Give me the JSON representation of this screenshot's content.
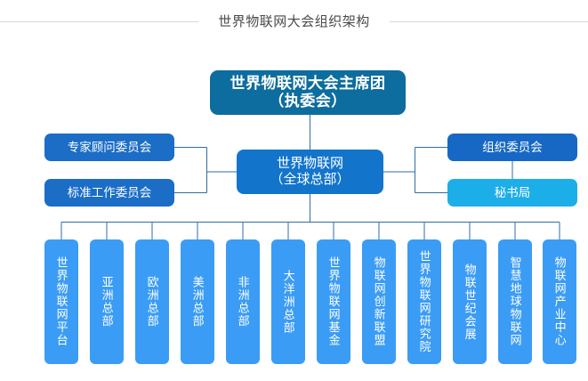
{
  "page": {
    "title": "世界物联网大会组织架构",
    "rule_color": "#d8d8d8",
    "background": "#ffffff"
  },
  "colors": {
    "presidium": "#0d6d9e",
    "headquarters": "#1275cb",
    "committee": "#1b6dc6",
    "secretariat": "#1caee8",
    "branch": "#3b9cf5",
    "connector": "#2f6ea5"
  },
  "chart_data": {
    "type": "diagram",
    "title": "世界物联网大会组织架构",
    "levels": [
      {
        "level": 1,
        "nodes": [
          {
            "id": "presidium",
            "label": "世界物联网大会主席团\n（执委会）",
            "color": "#0d6d9e"
          }
        ]
      },
      {
        "level": 2,
        "nodes": [
          {
            "id": "expert",
            "label": "专家顾问委员会",
            "color": "#1b6dc6",
            "side": "left"
          },
          {
            "id": "standard",
            "label": "标准工作委员会",
            "color": "#1b6dc6",
            "side": "left"
          },
          {
            "id": "headquarters",
            "label": "世界物联网\n（全球总部）",
            "color": "#1275cb",
            "side": "center"
          },
          {
            "id": "organize",
            "label": "组织委员会",
            "color": "#1768c4",
            "side": "right"
          },
          {
            "id": "secretariat",
            "label": "秘书局",
            "color": "#1caee8",
            "side": "right"
          }
        ]
      },
      {
        "level": 3,
        "nodes": [
          {
            "id": "branch-1",
            "label": "世界物联网平台",
            "color": "#3b9cf5"
          },
          {
            "id": "branch-2",
            "label": "亚洲总部",
            "color": "#3b9cf5"
          },
          {
            "id": "branch-3",
            "label": "欧洲总部",
            "color": "#3b9cf5"
          },
          {
            "id": "branch-4",
            "label": "美洲总部",
            "color": "#3b9cf5"
          },
          {
            "id": "branch-5",
            "label": "非洲总部",
            "color": "#3b9cf5"
          },
          {
            "id": "branch-6",
            "label": "大洋洲总部",
            "color": "#3b9cf5"
          },
          {
            "id": "branch-7",
            "label": "世界物联网基金",
            "color": "#3b9cf5"
          },
          {
            "id": "branch-8",
            "label": "物联网创新联盟",
            "color": "#3b9cf5"
          },
          {
            "id": "branch-9",
            "label": "世界物联网研究院",
            "color": "#3b9cf5"
          },
          {
            "id": "branch-10",
            "label": "物联世纪会展",
            "color": "#3b9cf5"
          },
          {
            "id": "branch-11",
            "label": "智慧地球物联网",
            "color": "#3b9cf5"
          },
          {
            "id": "branch-12",
            "label": "物联网产业中心",
            "color": "#3b9cf5"
          }
        ]
      }
    ]
  },
  "nodes": {
    "presidium": {
      "line1": "世界物联网大会主席团",
      "line2": "（执委会）"
    },
    "headquarters": {
      "line1": "世界物联网",
      "line2": "（全球总部）"
    },
    "expert": {
      "label": "专家顾问委员会"
    },
    "standard": {
      "label": "标准工作委员会"
    },
    "organize": {
      "label": "组织委员会"
    },
    "secretariat": {
      "label": "秘书局"
    },
    "branches": [
      {
        "label": "世界物联网平台"
      },
      {
        "label": "亚洲总部"
      },
      {
        "label": "欧洲总部"
      },
      {
        "label": "美洲总部"
      },
      {
        "label": "非洲总部"
      },
      {
        "label": "大洋洲总部"
      },
      {
        "label": "世界物联网基金"
      },
      {
        "label": "物联网创新联盟"
      },
      {
        "label": "世界物联网研究院"
      },
      {
        "label": "物联世纪会展"
      },
      {
        "label": "智慧地球物联网"
      },
      {
        "label": "物联网产业中心"
      }
    ]
  }
}
